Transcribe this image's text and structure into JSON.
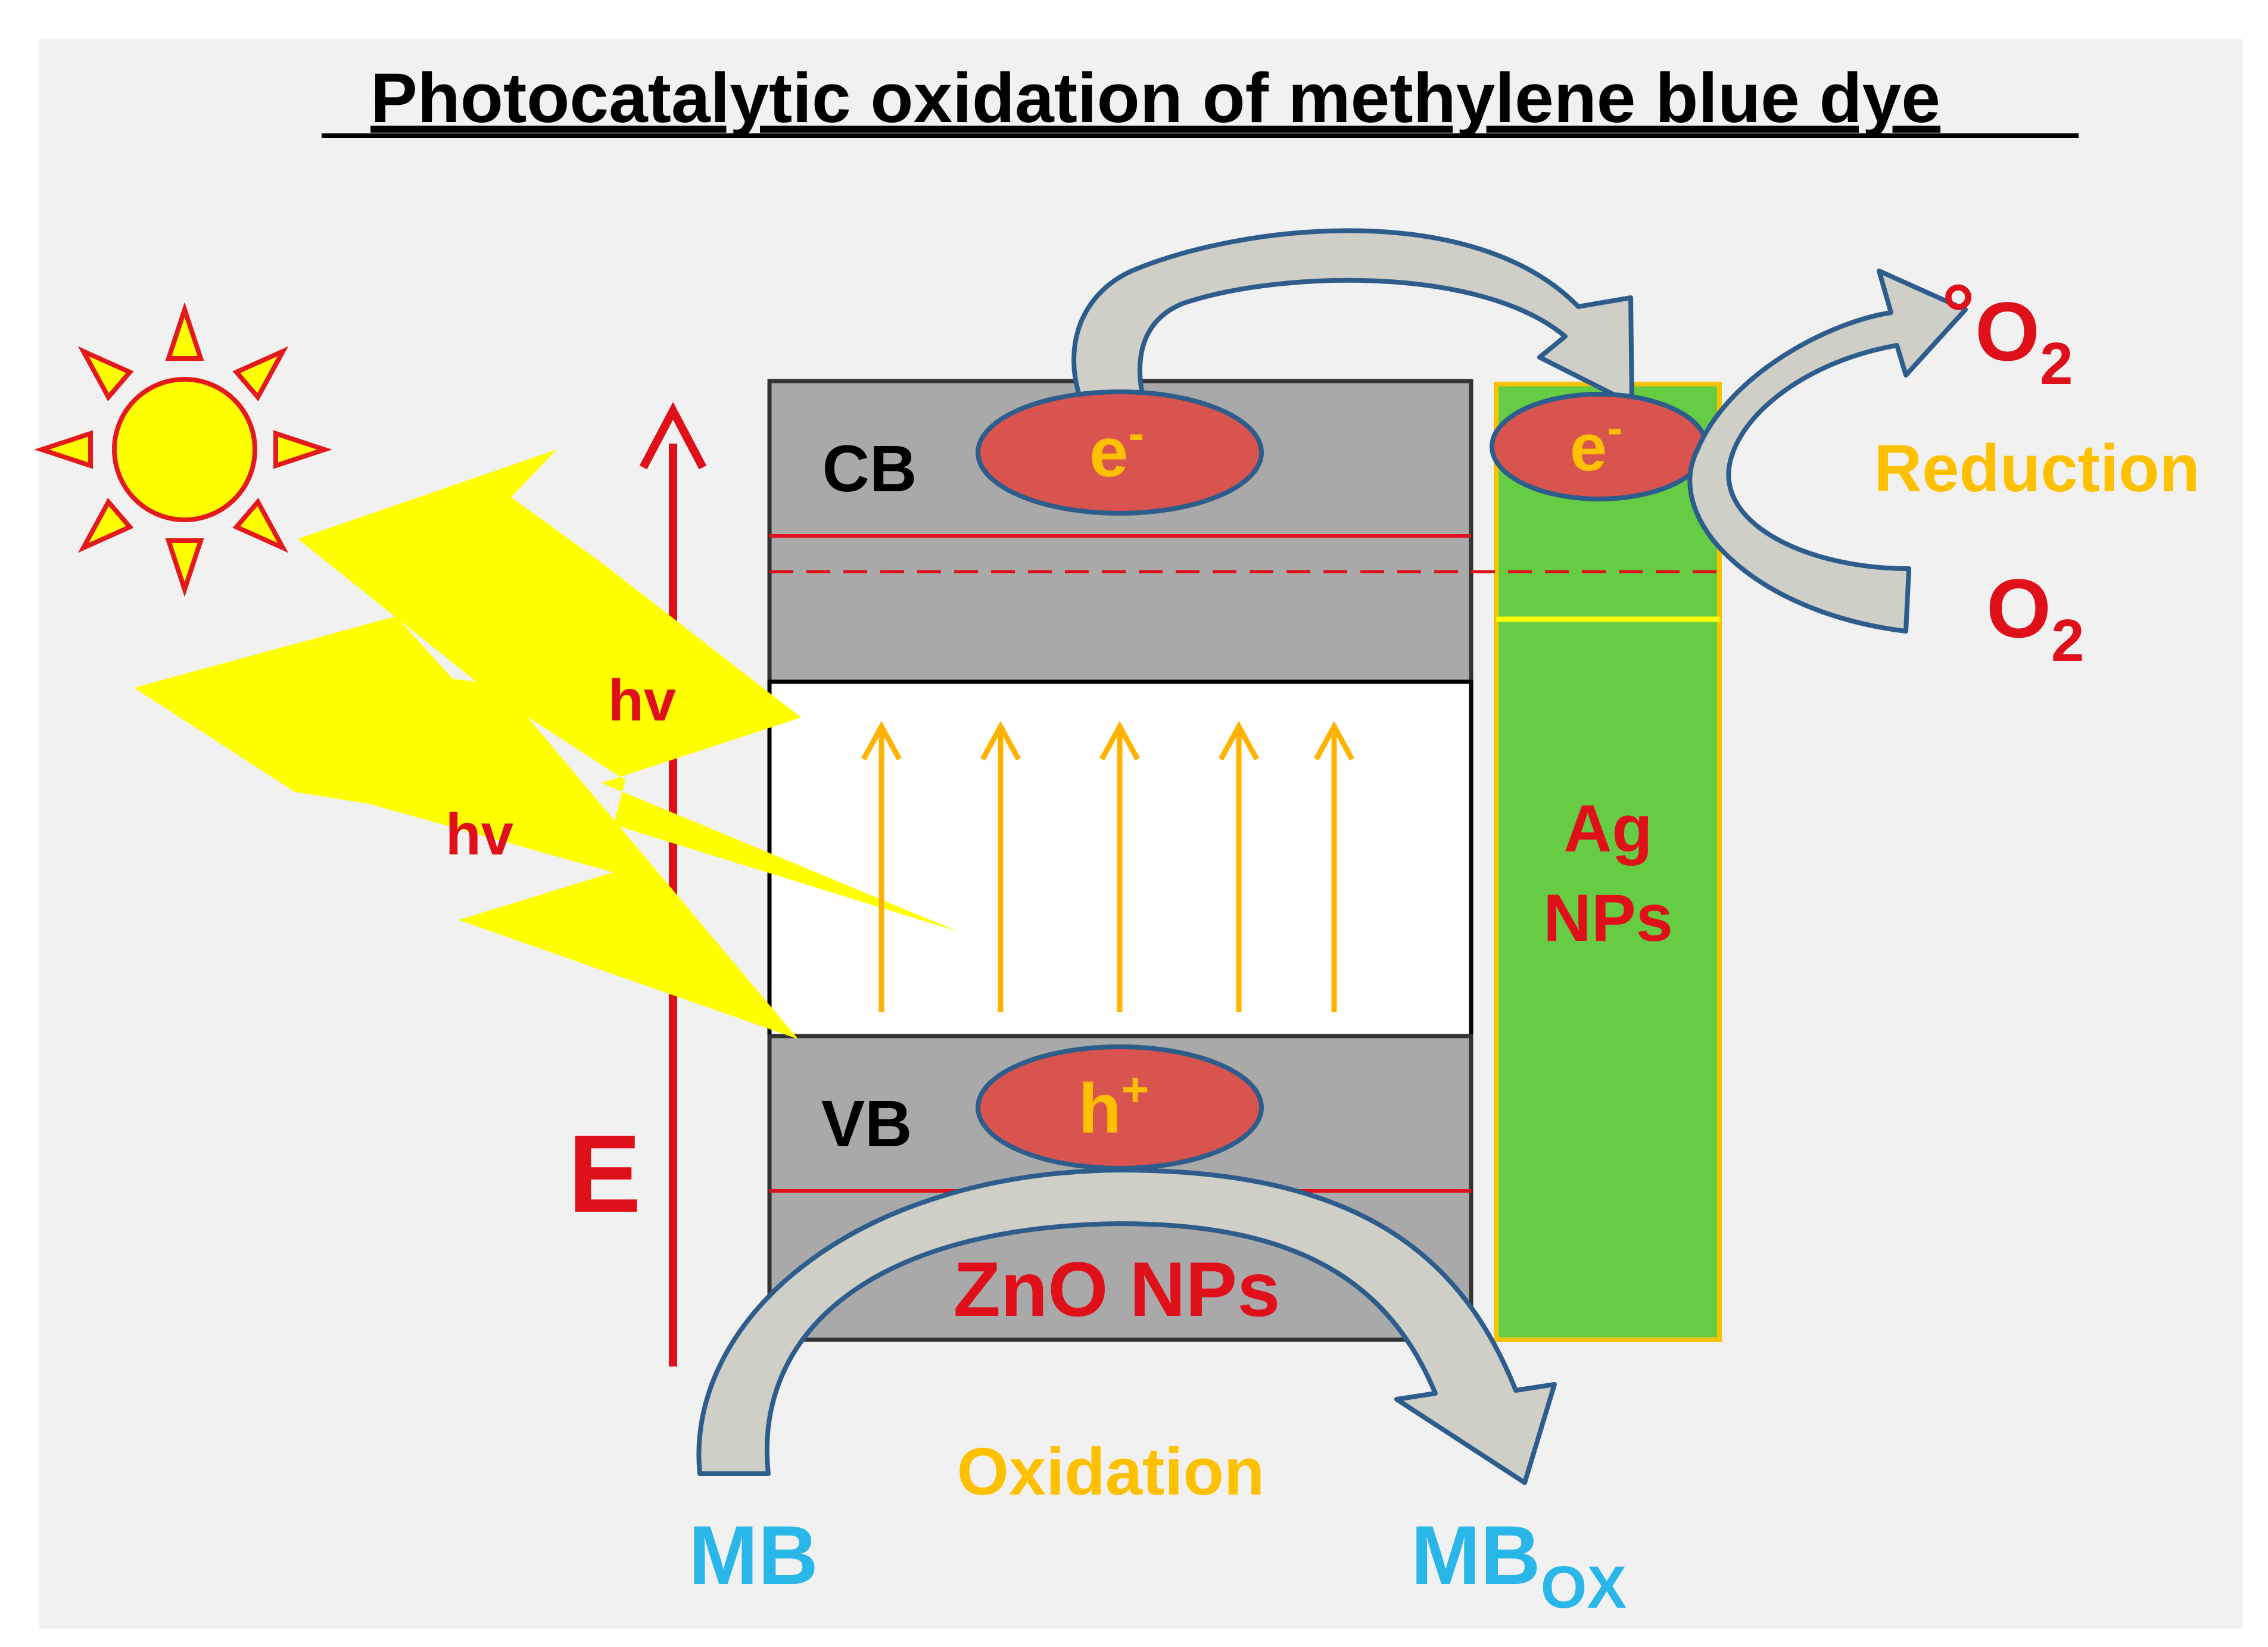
{
  "title": "Photocatalytic oxidation of methylene blue dye",
  "labels": {
    "cb": "CB",
    "vb": "VB",
    "energy": "E",
    "electron_base": "e",
    "electron_sup": "-",
    "hole_base": "h",
    "hole_sup": "+",
    "hv": "hv",
    "zno": "ZnO NPs",
    "ag_line1": "Ag",
    "ag_line2": "NPs",
    "oxidation": "Oxidation",
    "reduction": "Reduction",
    "mb": "MB",
    "mbox_base": "MB",
    "mbox_sub": "OX",
    "o2_base": "O",
    "o2_sub": "2",
    "radical_dot": "°"
  },
  "colors": {
    "background_panel": "#f1f1f1",
    "band_gray": "#a9a9a9",
    "gap_white": "#ffffff",
    "ag_green": "#66cc44",
    "ag_border": "#f7c200",
    "carrier_red": "#d9534f",
    "carrier_outline": "#2d5d8c",
    "carrier_text": "#ffc000",
    "label_red": "#e0101a",
    "orange_text": "#ffc000",
    "cyan_text": "#29b6e8",
    "lightning": "#ffff00",
    "sun_fill": "#ffff00",
    "sun_stroke": "#e41a1a",
    "process_arrow_fill": "#cfcfc7",
    "process_arrow_stroke": "#2d5d8c"
  }
}
